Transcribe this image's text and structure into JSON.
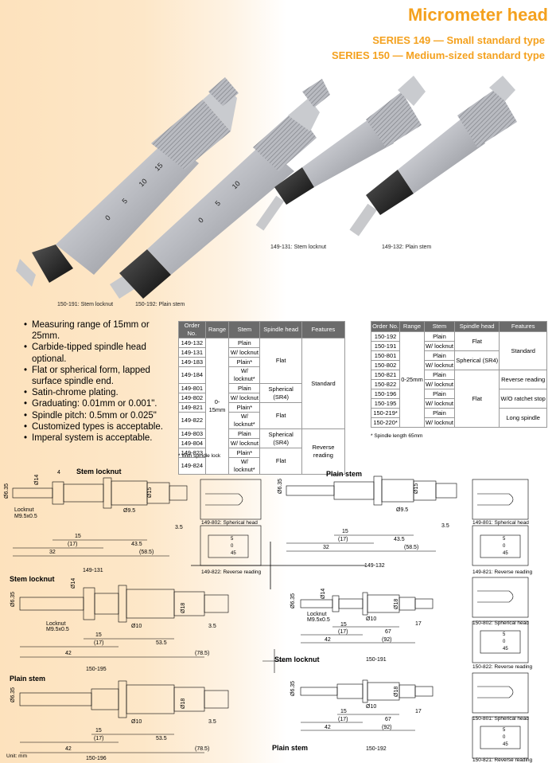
{
  "header": {
    "title": "Micrometer head",
    "series149": "SERIES 149 — Small standard type",
    "series150": "SERIES 150 — Medium-sized standard type"
  },
  "photos": {
    "p1": "150-191: Stem locknut",
    "p2": "150-192:  Plain stem",
    "p3": "149-131: Stem locknut",
    "p4": "149-132: Plain stem"
  },
  "bullets": [
    "Measuring range of 15mm or 25mm.",
    "Carbide-tipped spindle head optional.",
    "Flat or spherical form, lapped surface spindle end.",
    "Satin-chrome plating.",
    "Graduating: 0.01mm or 0.001\".",
    "Spindle pitch: 0.5mm or 0.025\"",
    "Customized types is acceptable.",
    "Imperal system is acceptable."
  ],
  "table149": {
    "headers": [
      "Order No.",
      "Range",
      "Stem",
      "Spindle head",
      "Features"
    ],
    "orders": [
      "149-132",
      "149-131",
      "149-183",
      "149-184",
      "149-801",
      "149-802",
      "149-821",
      "149-822",
      "149-803",
      "149-804",
      "149-823",
      "149-824"
    ],
    "stems": [
      "Plain",
      "W/ locknut",
      "Plain*",
      "W/ locknut*",
      "Plain",
      "W/ locknut",
      "Plain*",
      "W/ locknut*",
      "Plain",
      "W/ locknut",
      "Plain*",
      "W/ locknut*"
    ],
    "range": "0-15mm",
    "head_flat1": "Flat",
    "head_sph1": "Spherical (SR4)",
    "head_flat2": "Flat",
    "head_sph2": "Spherical (SR4)",
    "head_flat3": "Flat",
    "feat_std": "Standard",
    "feat_rev": "Reverse reading",
    "note": "* With spindle lock"
  },
  "table150": {
    "headers": [
      "Order No.",
      "Range",
      "Stem",
      "Spindle head",
      "Features"
    ],
    "orders": [
      "150-192",
      "150-191",
      "150-801",
      "150-802",
      "150-821",
      "150-822",
      "150-196",
      "150-195",
      "150-219*",
      "150-220*"
    ],
    "stems": [
      "Plain",
      "W/ locknut",
      "Plain",
      "W/ locknut",
      "Plain",
      "W/ locknut",
      "Plain",
      "W/ locknut",
      "Plain",
      "W/ locknut"
    ],
    "range": "0-25mm",
    "head_flat1": "Flat",
    "head_sph": "Spherical (SR4)",
    "head_flat2": "Flat",
    "feat_std": "Standard",
    "feat_rev": "Reverse reading",
    "feat_wo": "W/O ratchet stop",
    "feat_long": "Long spindle",
    "note": "* Spindle length 65mm"
  },
  "drawings": {
    "d149_131": {
      "label": "Stem locknut",
      "model": "149-131",
      "locknut": "Locknut",
      "thread": "M9.5x0.5",
      "dia_stem": "Ø6.35",
      "dia_body": "Ø15",
      "dia_thr": "Ø9.5",
      "d14": "Ø14",
      "w4": "4",
      "d15": "15",
      "d17": "(17)",
      "d43": "43.5",
      "d32": "32",
      "d58": "(58.5)",
      "d35": "3.5"
    },
    "d149_132": {
      "label": "Plain stem",
      "model": "149-132",
      "dia_stem": "Ø6.35",
      "dia_body": "Ø15",
      "dia_thr": "Ø9.5",
      "d15": "15",
      "d17": "(17)",
      "d43": "43.5",
      "d32": "32",
      "d58": "(58.5)",
      "d35": "3.5"
    },
    "d150_195": {
      "label": "Stem locknut",
      "model": "150-195",
      "locknut": "Locknut",
      "thread": "M9.5x0.5",
      "dia_stem": "Ø6.35",
      "dia_body": "Ø18",
      "dia_thr": "Ø10",
      "d14": "Ø14",
      "d15": "15",
      "d17": "(17)",
      "d53": "53.5",
      "d42": "42",
      "d78": "(78.5)",
      "d35": "3.5"
    },
    "d150_196": {
      "label": "Plain stem",
      "model": "150-196",
      "dia_stem": "Ø6.35",
      "dia_body": "Ø18",
      "dia_thr": "Ø10",
      "d15": "15",
      "d17": "(17)",
      "d53": "53.5",
      "d42": "42",
      "d78": "(78.5)",
      "d35": "3.5"
    },
    "d150_191": {
      "label": "Stem locknut",
      "model": "150-191",
      "locknut": "Locknut",
      "thread": "M9.5x0.5",
      "dia_stem": "Ø6.35",
      "dia_body": "Ø18",
      "dia_thr": "Ø10",
      "d14": "Ø14",
      "d15": "15",
      "d17": "(17)",
      "d67": "67",
      "d42": "42",
      "d92": "(92)",
      "d17b": "17"
    },
    "d150_192": {
      "label": "Plain stem",
      "model": "150-192",
      "dia_stem": "Ø6.35",
      "dia_body": "Ø18",
      "dia_thr": "Ø10",
      "d15": "15",
      "d17": "(17)",
      "d67": "67",
      "d42": "42",
      "d92": "(92)",
      "d17b": "17"
    }
  },
  "heads": {
    "h149_802": "149-802: Spherical head",
    "h149_822": "149-822: Reverse reading",
    "h149_801": "149-801: Spherical head",
    "h149_821": "149-821: Reverse reading",
    "h150_802": "150-802: Spherical head",
    "h150_822": "150-822: Reverse reading",
    "h150_801": "150-801: Spherical head",
    "h150_821": "150-821: Reverse reading"
  },
  "scale_nums": [
    "5",
    "0",
    "45"
  ],
  "unit": "Unit: mm"
}
